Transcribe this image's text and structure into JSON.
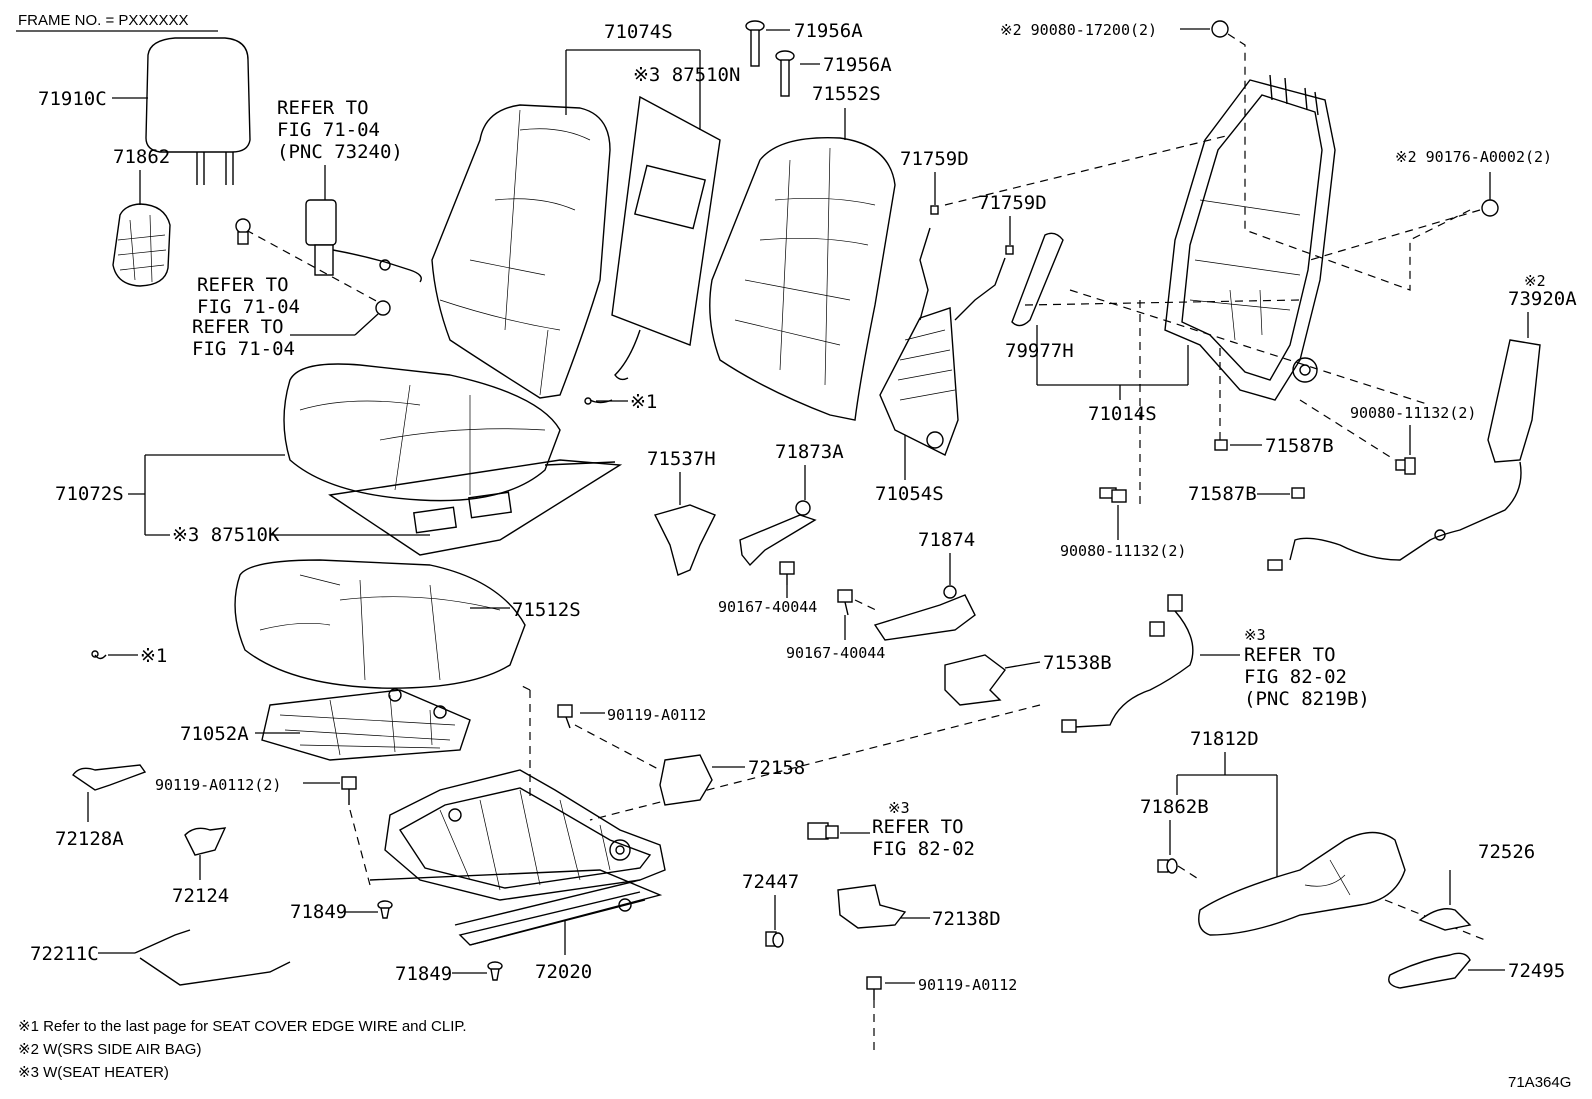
{
  "frame_no": "FRAME NO. = PXXXXXX",
  "diagram_code": "71A364G",
  "notes": [
    "※1 Refer to the last page for SEAT COVER EDGE WIRE and CLIP.",
    "※2 W(SRS SIDE AIR BAG)",
    "※3 W(SEAT HEATER)"
  ],
  "labels": {
    "p71910C": "71910C",
    "p71862": "71862",
    "refer_7324_1": "REFER TO",
    "refer_7324_2": "FIG 71-04",
    "refer_7324_3": "(PNC 73240)",
    "refer_a1": "REFER TO",
    "refer_a2": "FIG 71-04",
    "refer_b1": "REFER TO",
    "refer_b2": "FIG 71-04",
    "p71074S": "71074S",
    "p71956A_1": "71956A",
    "p71956A_2": "71956A",
    "p87510N": "※3 87510N",
    "p71552S": "71552S",
    "p71759D_1": "71759D",
    "p71759D_2": "71759D",
    "note1_a": "※1",
    "p90080_17200": "※2 90080-17200(2)",
    "p90176": "※2 90176-A0002(2)",
    "p73920A_mark": "※2",
    "p73920A": "73920A",
    "p79977H": "79977H",
    "p71014S": "71014S",
    "p90080_11132_a": "90080-11132(2)",
    "p71587B_1": "71587B",
    "p71587B_2": "71587B",
    "p90080_11132_b": "90080-11132(2)",
    "p71072S": "71072S",
    "p87510K": "※3 87510K",
    "p71537H": "71537H",
    "p71873A": "71873A",
    "p71054S": "71054S",
    "p90167_1": "90167-40044",
    "p71874": "71874",
    "p90167_2": "90167-40044",
    "p71512S": "71512S",
    "note1_b": "※1",
    "p71538B": "71538B",
    "refer_82_mark": "※3",
    "refer_82_1": "REFER TO",
    "refer_82_2": "FIG 82-02",
    "refer_82_3": "(PNC 8219B)",
    "p90119_a": "90119-A0112",
    "p71052A": "71052A",
    "p72158": "72158",
    "p90119_2": "90119-A0112(2)",
    "p72128A": "72128A",
    "refer_82b_mark": "※3",
    "refer_82b_1": "REFER TO",
    "refer_82b_2": "FIG 82-02",
    "p71812D": "71812D",
    "p71862B": "71862B",
    "p72526": "72526",
    "p72124": "72124",
    "p72447": "72447",
    "p71849_1": "71849",
    "p72138D": "72138D",
    "p72211C": "72211C",
    "p72495": "72495",
    "p71849_2": "71849",
    "p72020": "72020",
    "p90119_b": "90119-A0112"
  }
}
